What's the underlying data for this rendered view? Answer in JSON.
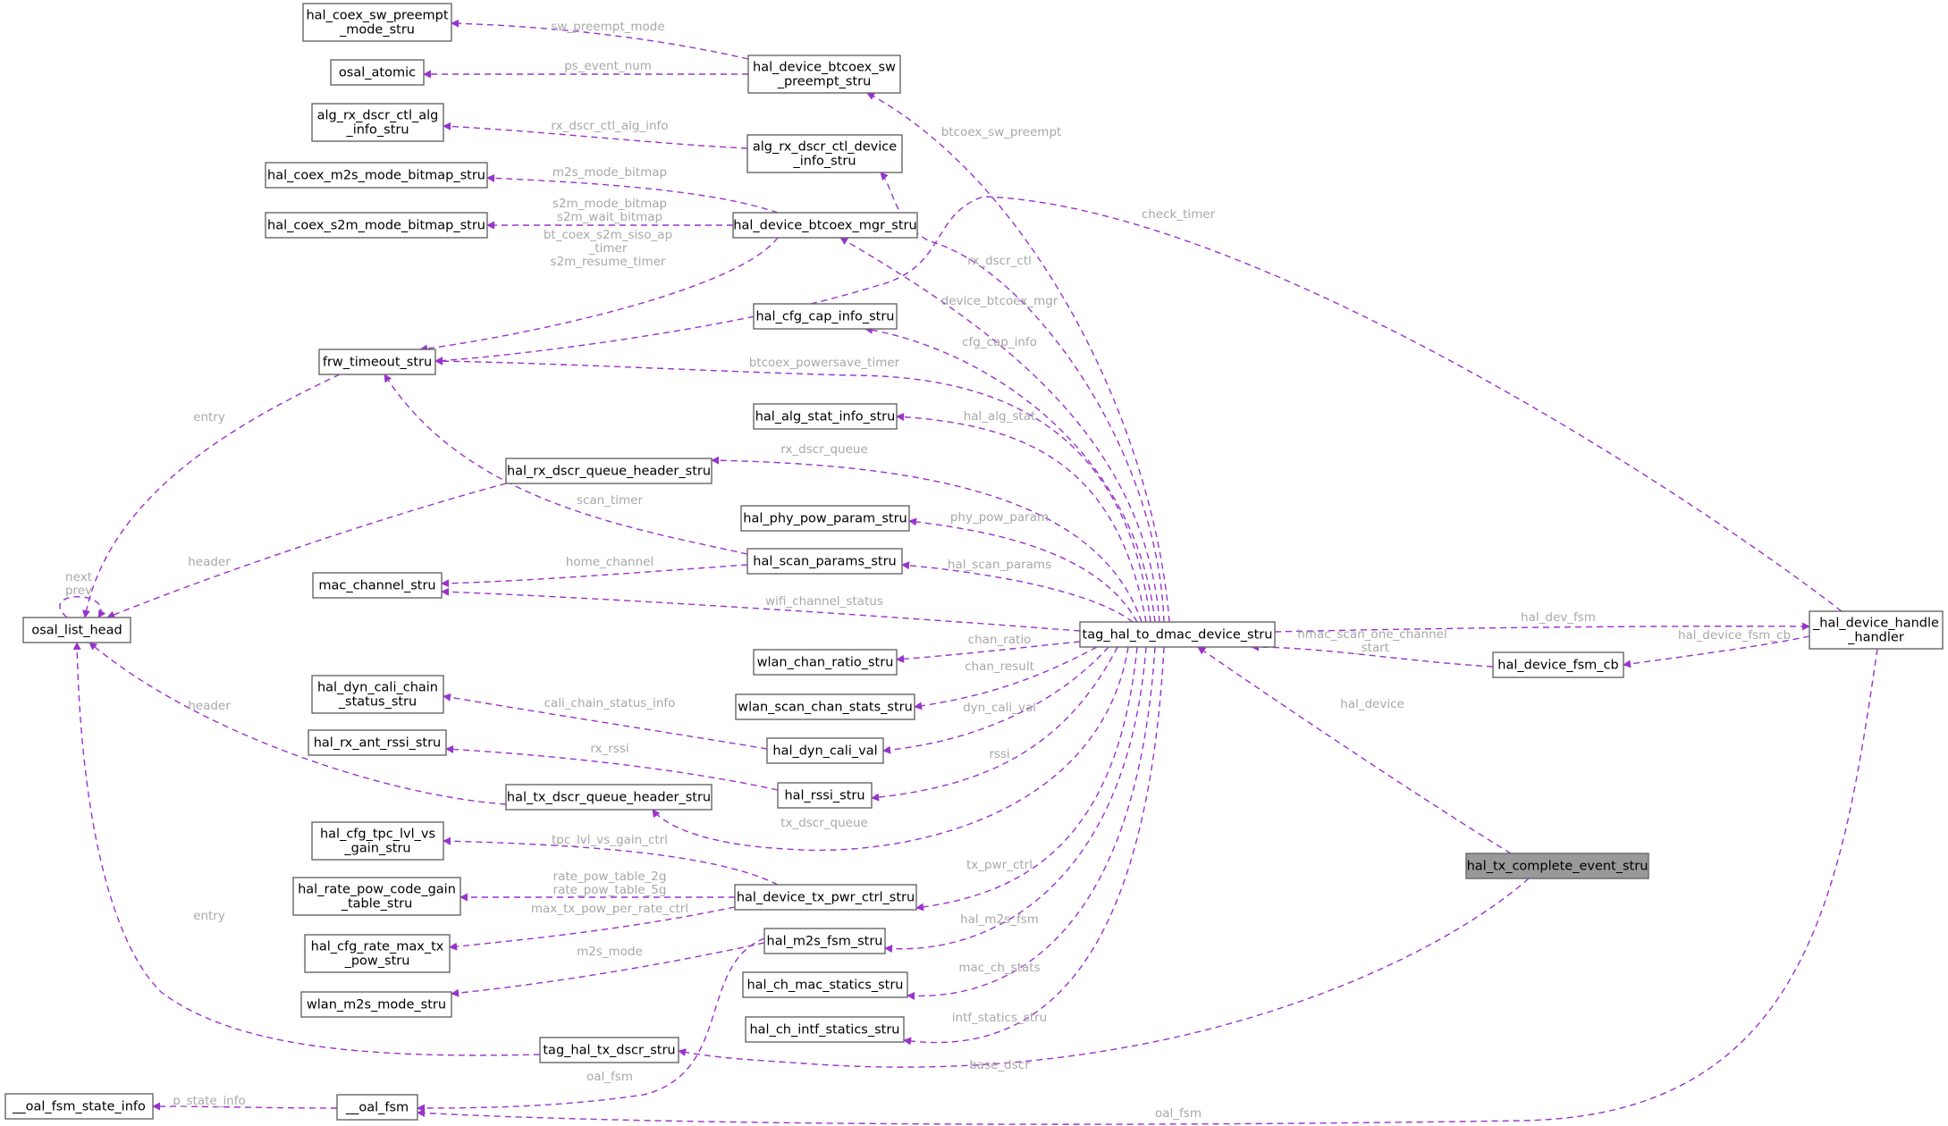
{
  "nodes": {
    "coex_preempt": [
      "hal_coex_sw_preempt",
      "_mode_stru"
    ],
    "osal_atomic": [
      "osal_atomic"
    ],
    "alg_rx_info": [
      "alg_rx_dscr_ctl_alg",
      "_info_stru"
    ],
    "m2s_bitmap": [
      "hal_coex_m2s_mode_bitmap_stru"
    ],
    "s2m_bitmap": [
      "hal_coex_s2m_mode_bitmap_stru"
    ],
    "frw_timeout": [
      "frw_timeout_stru"
    ],
    "osal_list_head": [
      "osal_list_head"
    ],
    "mac_channel": [
      "mac_channel_stru"
    ],
    "dyn_cali_chain": [
      "hal_dyn_cali_chain",
      "_status_stru"
    ],
    "rx_ant_rssi": [
      "hal_rx_ant_rssi_stru"
    ],
    "tpc_lvl": [
      "hal_cfg_tpc_lvl_vs",
      "_gain_stru"
    ],
    "rate_pow_code": [
      "hal_rate_pow_code_gain",
      "_table_stru"
    ],
    "rate_max_tx": [
      "hal_cfg_rate_max_tx",
      "_pow_stru"
    ],
    "wlan_m2s_mode": [
      "wlan_m2s_mode_stru"
    ],
    "oal_fsm_state": [
      "__oal_fsm_state_info"
    ],
    "btcoex_sw": [
      "hal_device_btcoex_sw",
      "_preempt_stru"
    ],
    "alg_rx_device": [
      "alg_rx_dscr_ctl_device",
      "_info_stru"
    ],
    "btcoex_mgr": [
      "hal_device_btcoex_mgr_stru"
    ],
    "cfg_cap": [
      "hal_cfg_cap_info_stru"
    ],
    "alg_stat": [
      "hal_alg_stat_info_stru"
    ],
    "rx_queue": [
      "hal_rx_dscr_queue_header_stru"
    ],
    "phy_pow": [
      "hal_phy_pow_param_stru"
    ],
    "scan_params": [
      "hal_scan_params_stru"
    ],
    "chan_ratio": [
      "wlan_chan_ratio_stru"
    ],
    "scan_chan_stats": [
      "wlan_scan_chan_stats_stru"
    ],
    "dyn_cali_val": [
      "hal_dyn_cali_val"
    ],
    "rssi": [
      "hal_rssi_stru"
    ],
    "tx_queue": [
      "hal_tx_dscr_queue_header_stru"
    ],
    "tx_pwr_ctrl": [
      "hal_device_tx_pwr_ctrl_stru"
    ],
    "m2s_fsm": [
      "hal_m2s_fsm_stru"
    ],
    "mac_statics": [
      "hal_ch_mac_statics_stru"
    ],
    "intf_statics": [
      "hal_ch_intf_statics_stru"
    ],
    "tx_dscr": [
      "tag_hal_tx_dscr_stru"
    ],
    "oal_fsm": [
      "__oal_fsm"
    ],
    "dmac_device": [
      "tag_hal_to_dmac_device_stru"
    ],
    "fsm_cb": [
      "hal_device_fsm_cb"
    ],
    "handle_handler": [
      "_hal_device_handle",
      "_handler"
    ],
    "tx_complete": [
      "hal_tx_complete_event_stru"
    ]
  },
  "edge_labels": {
    "sw_preempt_mode": [
      "sw_preempt_mode"
    ],
    "ps_event_num": [
      "ps_event_num"
    ],
    "rx_dscr_ctl_alg_info": [
      "rx_dscr_ctl_alg_info"
    ],
    "m2s_mode_bitmap": [
      "m2s_mode_bitmap"
    ],
    "s2m_bitmaps": [
      "s2m_mode_bitmap",
      "s2m_wait_bitmap"
    ],
    "btcoex_timers": [
      "bt_coex_s2m_siso_ap",
      "_timer",
      "s2m_resume_timer"
    ],
    "btcoex_sw_preempt": [
      "btcoex_sw_preempt"
    ],
    "check_timer": [
      "check_timer"
    ],
    "rx_dscr_ctl": [
      "rx_dscr_ctl"
    ],
    "device_btcoex_mgr": [
      "device_btcoex_mgr"
    ],
    "cfg_cap_info": [
      "cfg_cap_info"
    ],
    "btcoex_powersave_timer": [
      "btcoex_powersave_timer"
    ],
    "hal_alg_stat": [
      "hal_alg_stat"
    ],
    "rx_dscr_queue": [
      "rx_dscr_queue"
    ],
    "scan_timer": [
      "scan_timer"
    ],
    "phy_pow_param": [
      "phy_pow_param"
    ],
    "home_channel": [
      "home_channel"
    ],
    "hal_scan_params": [
      "hal_scan_params"
    ],
    "wifi_channel_status": [
      "wifi_channel_status"
    ],
    "chan_ratio": [
      "chan_ratio"
    ],
    "chan_result": [
      "chan_result"
    ],
    "cali_chain_status_info": [
      "cali_chain_status_info"
    ],
    "dyn_cali_val": [
      "dyn_cali_val"
    ],
    "rx_rssi": [
      "rx_rssi"
    ],
    "rssi": [
      "rssi"
    ],
    "tx_dscr_queue": [
      "tx_dscr_queue"
    ],
    "tpc_lvl_vs_gain_ctrl": [
      "tpc_lvl_vs_gain_ctrl"
    ],
    "rate_pow_tables": [
      "rate_pow_table_2g",
      "rate_pow_table_5g"
    ],
    "max_tx_pow": [
      "max_tx_pow_per_rate_ctrl"
    ],
    "tx_pwr_ctrl": [
      "tx_pwr_ctrl"
    ],
    "m2s_mode": [
      "m2s_mode"
    ],
    "hal_m2s_fsm": [
      "hal_m2s_fsm"
    ],
    "mac_ch_stats": [
      "mac_ch_stats"
    ],
    "intf_statics_stru": [
      "intf_statics_stru"
    ],
    "base_dscr": [
      "base_dscr"
    ],
    "oal_fsm_m2s": [
      "oal_fsm"
    ],
    "oal_fsm_handler": [
      "oal_fsm"
    ],
    "p_state_info": [
      "p_state_info"
    ],
    "entry_frw": [
      "entry"
    ],
    "header_rx": [
      "header"
    ],
    "next_prev": [
      "next",
      "prev"
    ],
    "header_tx": [
      "header"
    ],
    "entry_tx": [
      "entry"
    ],
    "hal_dev_fsm": [
      "hal_dev_fsm"
    ],
    "hmac_scan": [
      "hmac_scan_one_channel",
      "_start"
    ],
    "hal_device_fsm_cb": [
      "hal_device_fsm_cb"
    ],
    "hal_device": [
      "hal_device"
    ]
  },
  "colors": {
    "edge": "#9a32cd",
    "edge_label": "#a8a8a8",
    "node_border": "#666666",
    "highlight_fill": "#999999"
  }
}
